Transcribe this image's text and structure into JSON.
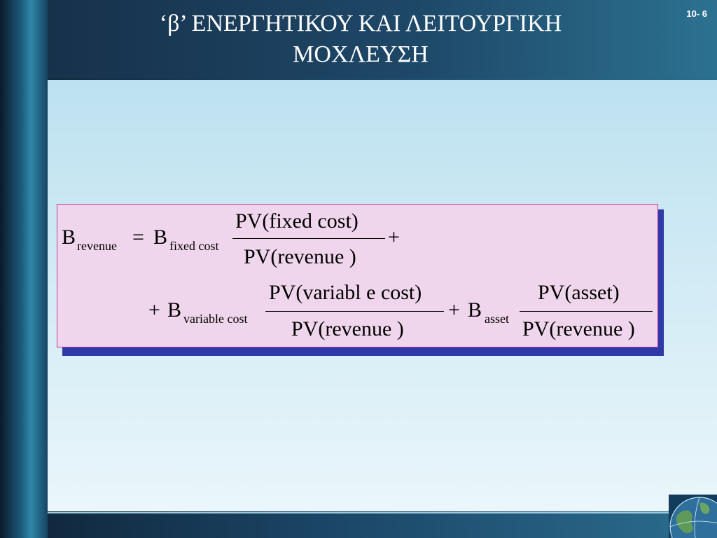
{
  "slide": {
    "title_line1": "‘β’ ΕΝΕΡΓΗΤΙΚΟΥ ΚΑΙ ΛΕΙΤΟΥΡΓΙΚΗ",
    "title_line2": "ΜΟΧΛΕΥΣΗ",
    "slide_number": "10- 6",
    "colors": {
      "frame": "#1b4566",
      "content_background": "#d6edf6",
      "formula_box": "#f0d6ec",
      "formula_border": "#c13a9a",
      "formula_shadow": "#2f39a8"
    },
    "decoration_icon": "globe-icon"
  },
  "formula": {
    "row1": {
      "lhs_symbol": "B",
      "lhs_subscript": "revenue",
      "equals": "=",
      "term_symbol": "B",
      "term_subscript": "fixed cost",
      "numerator": "PV(fixed cost)",
      "denominator": "PV(revenue )",
      "trailing_plus": "+"
    },
    "row2": {
      "plus1": "+",
      "term1_symbol": "B",
      "term1_subscript": "variable cost",
      "numerator1": "PV(variabl e cost)",
      "denominator1": "PV(revenue )",
      "plus2": "+",
      "term2_symbol": "B",
      "term2_subscript": "asset",
      "numerator2": "PV(asset)",
      "denominator2": "PV(revenue )"
    }
  }
}
